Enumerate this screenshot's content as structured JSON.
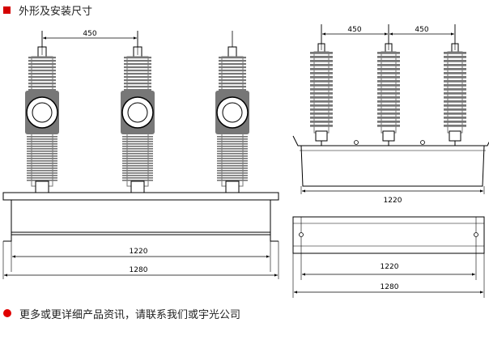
{
  "heading": {
    "text": "外形及安装尺寸"
  },
  "footer": {
    "text": "更多或更详细产品资讯，请联系我们或宇光公司"
  },
  "front_view": {
    "spacing_label": "450",
    "inner_width_label": "1220",
    "outer_width_label": "1280"
  },
  "side_view": {
    "spacing_label_1": "450",
    "spacing_label_2": "450",
    "width_label": "1220"
  },
  "plan_view": {
    "inner_width_label": "1220",
    "outer_width_label": "1280"
  },
  "colors": {
    "heading_marker": "#d40000",
    "footer_marker": "#e00000",
    "insulator": "#777777",
    "line": "#000000"
  }
}
